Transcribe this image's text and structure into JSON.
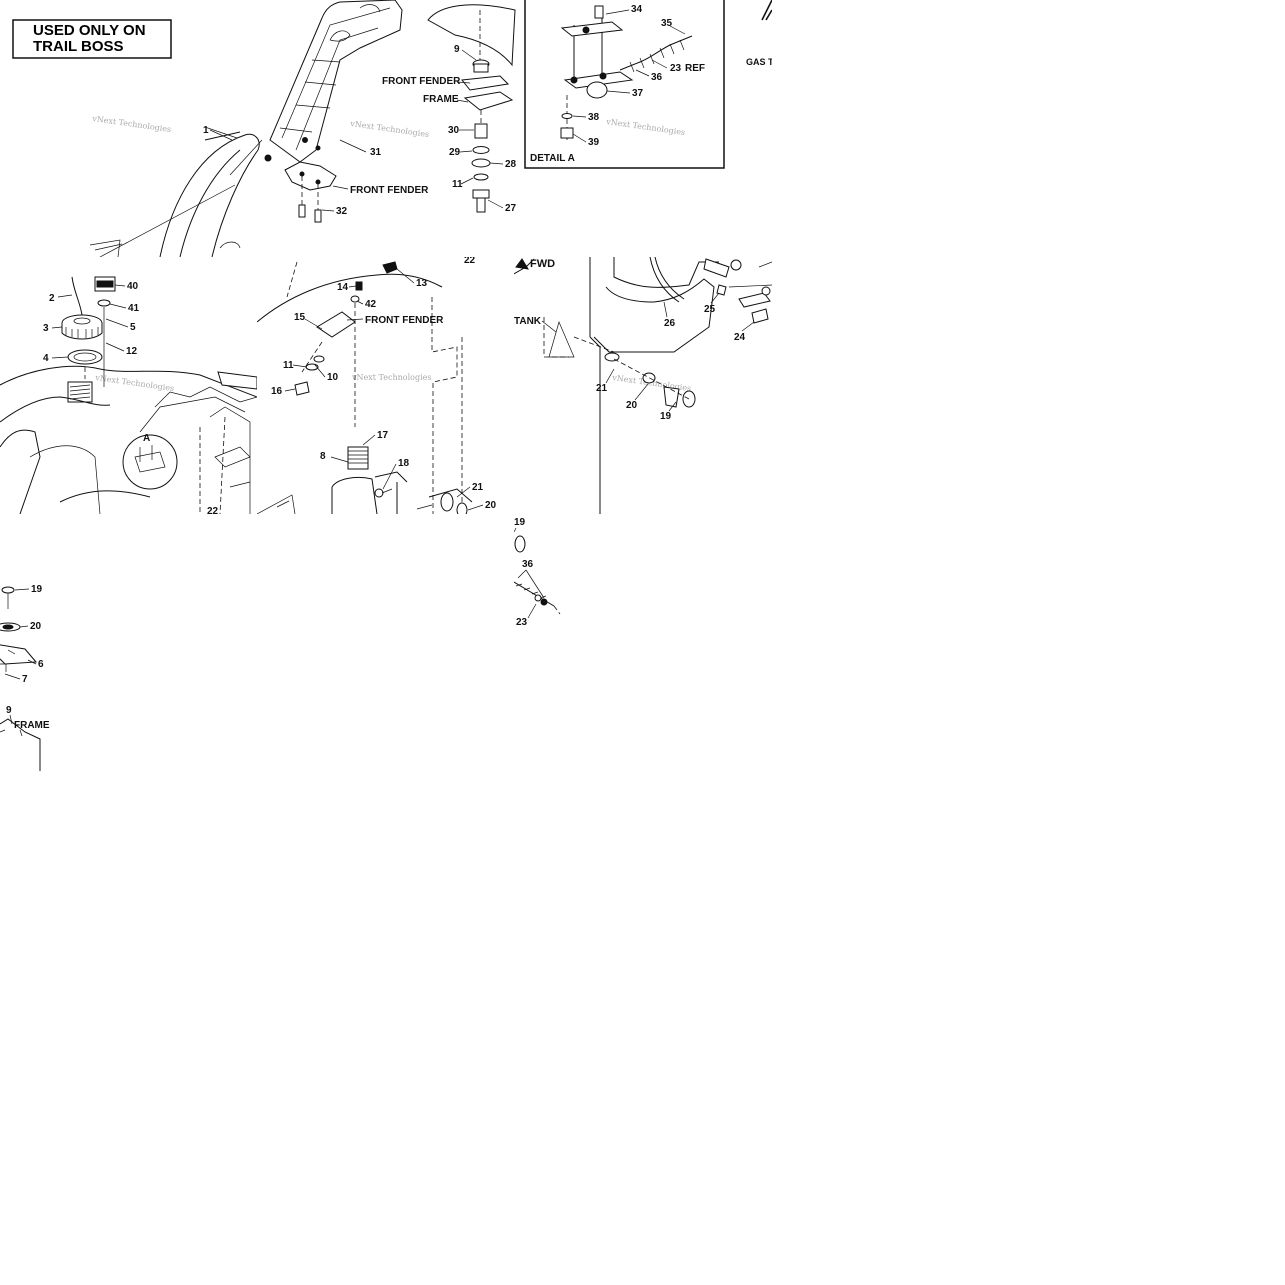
{
  "header_box": {
    "line1": "USED ONLY ON",
    "line2": "TRAIL BOSS"
  },
  "watermark": "vNext Technologies",
  "tile1": {
    "labels": {
      "front_fender_a": "FRONT FENDER",
      "frame": "FRAME",
      "front_fender_b": "FRONT FENDER",
      "detail_a": "DETAIL A",
      "ref": "REF",
      "gas": "GAS T"
    },
    "callouts": [
      "1",
      "31",
      "32",
      "9",
      "30",
      "29",
      "28",
      "11",
      "27",
      "34",
      "35",
      "36",
      "23",
      "37",
      "38",
      "39"
    ]
  },
  "tile2": {
    "labels": {
      "detail_marker": "A",
      "small_22": "22"
    },
    "callouts": [
      "2",
      "40",
      "41",
      "5",
      "3",
      "12",
      "4"
    ]
  },
  "tile3": {
    "labels": {
      "front_fender": "FRONT FENDER",
      "top_22": "22"
    },
    "callouts": [
      "13",
      "14",
      "42",
      "15",
      "11",
      "10",
      "16",
      "17",
      "8",
      "18",
      "21",
      "20"
    ]
  },
  "tile4": {
    "labels": {
      "tank": "TANK",
      "fwd": "FWD"
    },
    "callouts": [
      "26",
      "25",
      "24",
      "21",
      "20",
      "19"
    ]
  },
  "tile5": {
    "labels": {
      "frame": "FRAME"
    },
    "callouts": [
      "19",
      "20",
      "6",
      "7",
      "9"
    ]
  },
  "tile6": {
    "callouts": [
      "19",
      "36",
      "23"
    ]
  }
}
